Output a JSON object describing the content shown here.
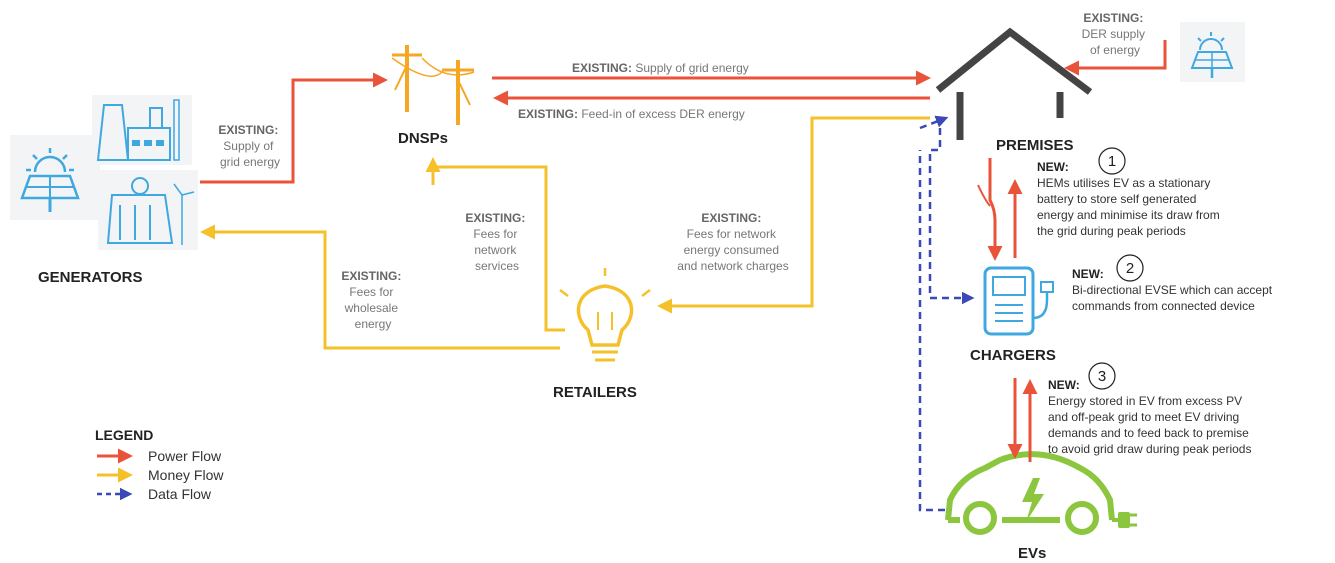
{
  "colors": {
    "power": "#e9533a",
    "money": "#f5c12b",
    "data": "#3b48b8",
    "icon": "#3fa8e0",
    "ev": "#8cc63f",
    "house": "#444444"
  },
  "nodes": {
    "generators": "GENERATORS",
    "dnsps": "DNSPs",
    "premises": "PREMISES",
    "chargers": "CHARGERS",
    "evs": "EVs",
    "retailers": "RETAILERS"
  },
  "existing_label": "EXISTING:",
  "new_label": "NEW:",
  "flows": {
    "gen_dnsp": [
      "Supply of",
      "grid energy"
    ],
    "dnsp_premises": " Supply of grid energy",
    "premises_dnsp": " Feed-in of excess DER energy",
    "der": [
      "DER supply",
      "of energy"
    ],
    "retail_dnsp": [
      "Fees for",
      "network",
      "services"
    ],
    "premises_retail": [
      "Fees for network",
      "energy consumed",
      "and network charges"
    ],
    "retail_gen": [
      "Fees for",
      "wholesale",
      "energy"
    ]
  },
  "new_items": [
    {
      "num": "1",
      "lines": [
        "HEMs utilises EV as a stationary",
        "battery to store   self generated",
        "energy and minimise its draw from",
        "the grid during peak periods"
      ]
    },
    {
      "num": "2",
      "lines": [
        "Bi-directional EVSE which can accept",
        "commands from connected device"
      ]
    },
    {
      "num": "3",
      "lines": [
        "Energy stored in EV from excess PV",
        "and off-peak grid to meet EV driving",
        "demands and to feed back to premise",
        "to avoid grid draw during peak periods"
      ]
    }
  ],
  "legend": {
    "title": "LEGEND",
    "items": [
      {
        "label": "Power Flow",
        "color": "#e9533a",
        "dashed": false
      },
      {
        "label": "Money Flow",
        "color": "#f5c12b",
        "dashed": false
      },
      {
        "label": "Data Flow",
        "color": "#3b48b8",
        "dashed": true
      }
    ]
  }
}
